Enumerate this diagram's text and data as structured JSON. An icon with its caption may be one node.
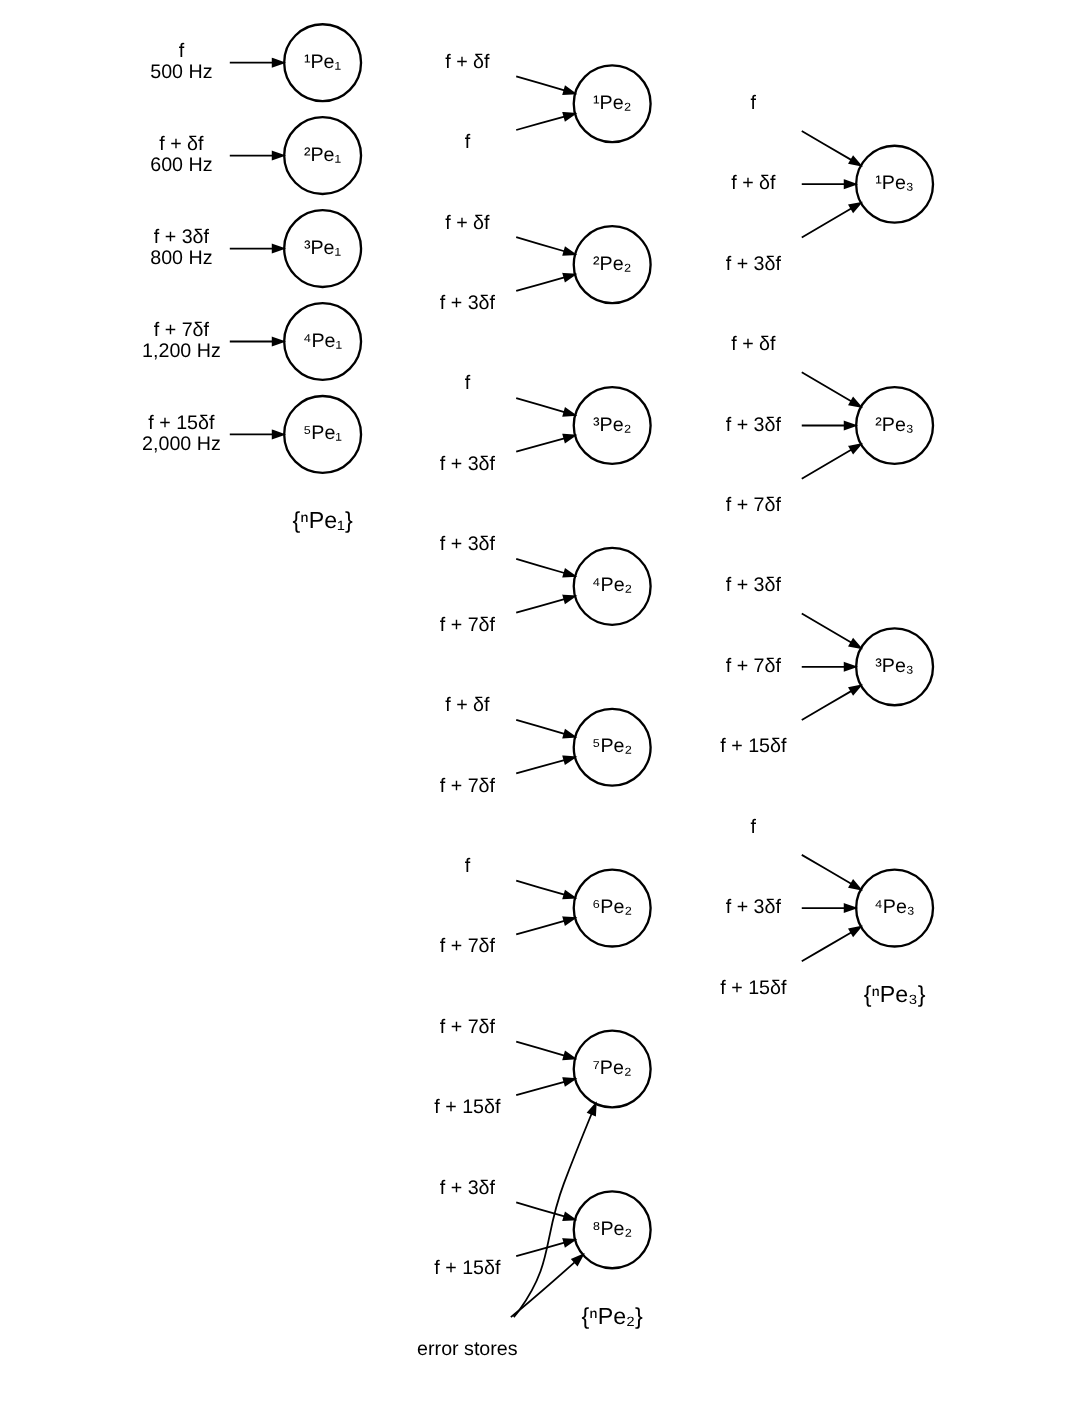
{
  "diagram": {
    "nodes": [
      {
        "text": [
          "f",
          "500 Hz"
        ]
      },
      {
        "text": [
          "¹Pe₁"
        ]
      },
      {
        "text": [
          "f + δf",
          "600 Hz"
        ]
      },
      {
        "text": [
          "²Pe₁"
        ]
      },
      {
        "text": [
          "f + 3δf",
          "800 Hz"
        ]
      },
      {
        "text": [
          "³Pe₁"
        ]
      },
      {
        "text": [
          "f + 7δf",
          "1,200 Hz"
        ]
      },
      {
        "text": [
          "⁴Pe₁"
        ]
      },
      {
        "text": [
          "f + 15δf",
          "2,000 Hz"
        ]
      },
      {
        "text": [
          "⁵Pe₁"
        ]
      },
      {
        "text": [
          "f + δf"
        ]
      },
      {
        "text": [
          "f"
        ]
      },
      {
        "text": [
          "¹Pe₂"
        ]
      },
      {
        "text": [
          "f + δf"
        ]
      },
      {
        "text": [
          "f + 3δf"
        ]
      },
      {
        "text": [
          "²Pe₂"
        ]
      },
      {
        "text": [
          "f"
        ]
      },
      {
        "text": [
          "f + 3δf"
        ]
      },
      {
        "text": [
          "³Pe₂"
        ]
      },
      {
        "text": [
          "f + 3δf"
        ]
      },
      {
        "text": [
          "f + 7δf"
        ]
      },
      {
        "text": [
          "⁴Pe₂"
        ]
      },
      {
        "text": [
          "f + δf"
        ]
      },
      {
        "text": [
          "f + 7δf"
        ]
      },
      {
        "text": [
          "⁵Pe₂"
        ]
      },
      {
        "text": [
          "f"
        ]
      },
      {
        "text": [
          "f + 7δf"
        ]
      },
      {
        "text": [
          "⁶Pe₂"
        ]
      },
      {
        "text": [
          "f + 7δf"
        ]
      },
      {
        "text": [
          "f + 15δf"
        ]
      },
      {
        "text": [
          "⁷Pe₂"
        ]
      },
      {
        "text": [
          "f + 3δf"
        ]
      },
      {
        "text": [
          "f + 15δf"
        ]
      },
      {
        "text": [
          "⁸Pe₂"
        ]
      },
      {
        "text": [
          "error stores"
        ]
      },
      {
        "text": [
          "f"
        ]
      },
      {
        "text": [
          "f + δf"
        ]
      },
      {
        "text": [
          "f + 3δf"
        ]
      },
      {
        "text": [
          "¹Pe₃"
        ]
      },
      {
        "text": [
          "f + δf"
        ]
      },
      {
        "text": [
          "f + 3δf"
        ]
      },
      {
        "text": [
          "f + 7δf"
        ]
      },
      {
        "text": [
          "²Pe₃"
        ]
      },
      {
        "text": [
          "f + 3δf"
        ]
      },
      {
        "text": [
          "f + 7δf"
        ]
      },
      {
        "text": [
          "f + 15δf"
        ]
      },
      {
        "text": [
          "³Pe₃"
        ]
      },
      {
        "text": [
          "f"
        ]
      },
      {
        "text": [
          "f + 3δf"
        ]
      },
      {
        "text": [
          "f + 15δf"
        ]
      },
      {
        "text": [
          "⁴Pe₃"
        ]
      }
    ],
    "edges": [
      {
        "from": 0,
        "to": 1,
        "arrow": "to"
      },
      {
        "from": 2,
        "to": 3,
        "arrow": "to"
      },
      {
        "from": 4,
        "to": 5,
        "arrow": "to"
      },
      {
        "from": 6,
        "to": 7,
        "arrow": "to"
      },
      {
        "from": 8,
        "to": 9,
        "arrow": "to"
      },
      {
        "from": 10,
        "to": 12,
        "arrow": "to"
      },
      {
        "from": 11,
        "to": 12,
        "arrow": "to"
      },
      {
        "from": 13,
        "to": 15,
        "arrow": "to"
      },
      {
        "from": 14,
        "to": 15,
        "arrow": "to"
      },
      {
        "from": 16,
        "to": 18,
        "arrow": "to"
      },
      {
        "from": 17,
        "to": 18,
        "arrow": "to"
      },
      {
        "from": 19,
        "to": 21,
        "arrow": "to"
      },
      {
        "from": 20,
        "to": 21,
        "arrow": "to"
      },
      {
        "from": 22,
        "to": 24,
        "arrow": "to"
      },
      {
        "from": 23,
        "to": 24,
        "arrow": "to"
      },
      {
        "from": 25,
        "to": 27,
        "arrow": "to"
      },
      {
        "from": 26,
        "to": 27,
        "arrow": "to"
      },
      {
        "from": 28,
        "to": 30,
        "arrow": "to"
      },
      {
        "from": 29,
        "to": 30,
        "arrow": "to"
      },
      {
        "from": 31,
        "to": 33,
        "arrow": "to"
      },
      {
        "from": 32,
        "to": 33,
        "arrow": "to"
      },
      {
        "from": 34,
        "to": 30,
        "arrow": "to"
      },
      {
        "from": 34,
        "to": 33,
        "arrow": "to"
      },
      {
        "from": 35,
        "to": 38,
        "arrow": "to"
      },
      {
        "from": 36,
        "to": 38,
        "arrow": "to"
      },
      {
        "from": 37,
        "to": 38,
        "arrow": "to"
      },
      {
        "from": 39,
        "to": 42,
        "arrow": "to"
      },
      {
        "from": 40,
        "to": 42,
        "arrow": "to"
      },
      {
        "from": 41,
        "to": 42,
        "arrow": "to"
      },
      {
        "from": 43,
        "to": 46,
        "arrow": "to"
      },
      {
        "from": 44,
        "to": 46,
        "arrow": "to"
      },
      {
        "from": 45,
        "to": 46,
        "arrow": "to"
      },
      {
        "from": 47,
        "to": 50,
        "arrow": "to"
      },
      {
        "from": 48,
        "to": 50,
        "arrow": "to"
      },
      {
        "from": 49,
        "to": 50,
        "arrow": "to"
      }
    ],
    "labels": [
      "{ⁿPe₁}",
      "{ⁿPe₂}",
      "{ⁿPe₃}"
    ]
  }
}
